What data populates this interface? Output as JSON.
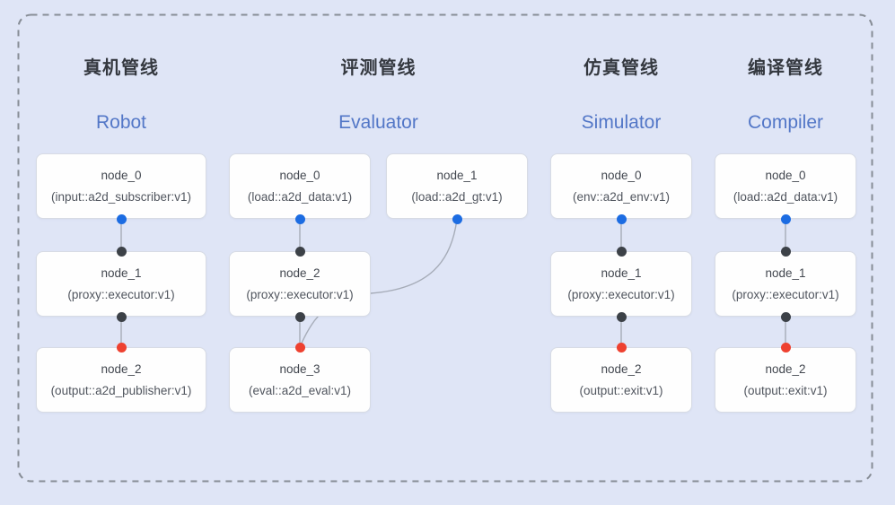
{
  "colors": {
    "background": "#dfe5f6",
    "node_bg": "#fefefe",
    "node_border": "#d7dbe4",
    "dashed_border": "#878d96",
    "title_zh": "#34383f",
    "title_en": "#5377c7",
    "node_title": "#42474f",
    "node_subtitle": "#50555e",
    "connector": "#a6acb8",
    "port_input": "#1c6ce2",
    "port_mid": "#3c4147",
    "port_output": "#ee4130"
  },
  "legend": {
    "port_input_meaning": "input-port-dot-blue",
    "port_mid_meaning": "intermediate-port-dot-dark",
    "port_output_meaning": "output-port-dot-red"
  },
  "pipelines": [
    {
      "title_zh": "真机管线",
      "title_en": "Robot",
      "nodes": [
        {
          "title": "node_0",
          "subtitle": "(input::a2d_subscriber:v1)"
        },
        {
          "title": "node_1",
          "subtitle": "(proxy::executor:v1)"
        },
        {
          "title": "node_2",
          "subtitle": "(output::a2d_publisher:v1)"
        }
      ]
    },
    {
      "title_zh": "评测管线",
      "title_en": "Evaluator",
      "nodes": [
        {
          "title": "node_0",
          "subtitle": "(load::a2d_data:v1)"
        },
        {
          "title": "node_1",
          "subtitle": "(load::a2d_gt:v1)"
        },
        {
          "title": "node_2",
          "subtitle": "(proxy::executor:v1)"
        },
        {
          "title": "node_3",
          "subtitle": "(eval::a2d_eval:v1)"
        }
      ]
    },
    {
      "title_zh": "仿真管线",
      "title_en": "Simulator",
      "nodes": [
        {
          "title": "node_0",
          "subtitle": "(env::a2d_env:v1)"
        },
        {
          "title": "node_1",
          "subtitle": "(proxy::executor:v1)"
        },
        {
          "title": "node_2",
          "subtitle": "(output::exit:v1)"
        }
      ]
    },
    {
      "title_zh": "编译管线",
      "title_en": "Compiler",
      "nodes": [
        {
          "title": "node_0",
          "subtitle": "(load::a2d_data:v1)"
        },
        {
          "title": "node_1",
          "subtitle": "(proxy::executor:v1)"
        },
        {
          "title": "node_2",
          "subtitle": "(output::exit:v1)"
        }
      ]
    }
  ]
}
